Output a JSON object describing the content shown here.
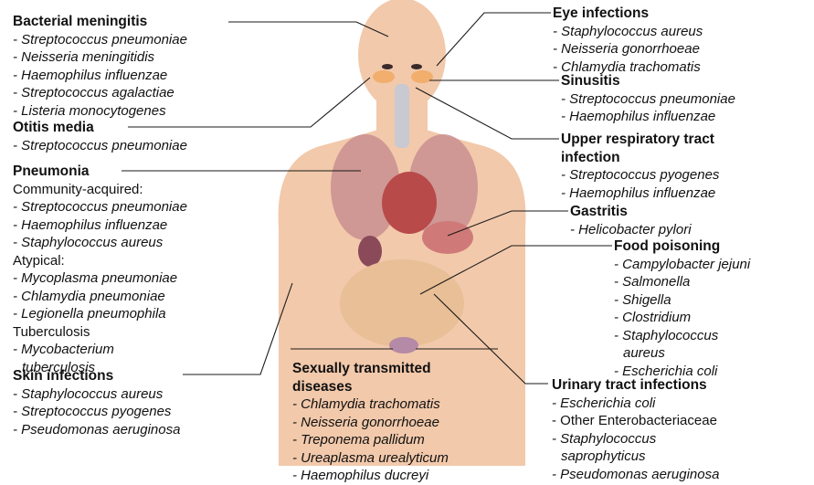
{
  "groups": {
    "bacterial_meningitis": {
      "title": "Bacterial meningitis",
      "items": [
        "- Streptococcus pneumoniae",
        "- Neisseria meningitidis",
        "- Haemophilus influenzae",
        "- Streptococcus agalactiae",
        "- Listeria monocytogenes"
      ]
    },
    "otitis_media": {
      "title": "Otitis media",
      "items": [
        "- Streptococcus pneumoniae"
      ]
    },
    "pneumonia": {
      "title": "Pneumonia",
      "community_label": "Community-acquired:",
      "community_items": [
        "- Streptococcus pneumoniae",
        "- Haemophilus influenzae",
        "- Staphylococcus aureus"
      ],
      "atypical_label": "Atypical:",
      "atypical_items": [
        "- Mycoplasma pneumoniae",
        "- Chlamydia pneumoniae",
        "- Legionella pneumophila"
      ],
      "tb_label": "Tuberculosis",
      "tb_items": [
        "- Mycobacterium",
        "tuberculosis"
      ]
    },
    "skin_infections": {
      "title": "Skin infections",
      "items": [
        "- Staphylococcus aureus",
        "- Streptococcus pyogenes",
        "- Pseudomonas aeruginosa"
      ]
    },
    "eye_infections": {
      "title": "Eye infections",
      "items": [
        "- Staphylococcus aureus",
        "- Neisseria gonorrhoeae",
        "- Chlamydia trachomatis"
      ]
    },
    "sinusitis": {
      "title": "Sinusitis",
      "items": [
        "- Streptococcus pneumoniae",
        "- Haemophilus influenzae"
      ]
    },
    "upper_respiratory": {
      "title_line1": "Upper respiratory tract",
      "title_line2": "infection",
      "items": [
        "- Streptococcus pyogenes",
        "- Haemophilus influenzae"
      ]
    },
    "gastritis": {
      "title": "Gastritis",
      "items": [
        "- Helicobacter pylori"
      ]
    },
    "food_poisoning": {
      "title": "Food poisoning",
      "items": [
        "- Campylobacter jejuni",
        "- Salmonella",
        "- Shigella",
        "- Clostridium",
        "- Staphylococcus",
        "aureus",
        "- Escherichia coli"
      ]
    },
    "sexually_transmitted": {
      "title_line1": "Sexually transmitted",
      "title_line2": "diseases",
      "items": [
        "- Chlamydia trachomatis",
        "- Neisseria gonorrhoeae",
        "- Treponema pallidum",
        "- Ureaplasma urealyticum",
        "- Haemophilus ducreyi"
      ]
    },
    "urinary_tract": {
      "title": "Urinary tract infections",
      "items": [
        "- Escherichia coli",
        "- Other Enterobacteriaceae",
        "- Staphylococcus",
        "saprophyticus",
        "- Pseudomonas aeruginosa"
      ]
    }
  },
  "colors": {
    "skin": "#f2c9ab",
    "lung": "#c98f8f",
    "heart": "#b84a4a",
    "intestine": "#e8bf96",
    "line": "#1a1a1a"
  }
}
